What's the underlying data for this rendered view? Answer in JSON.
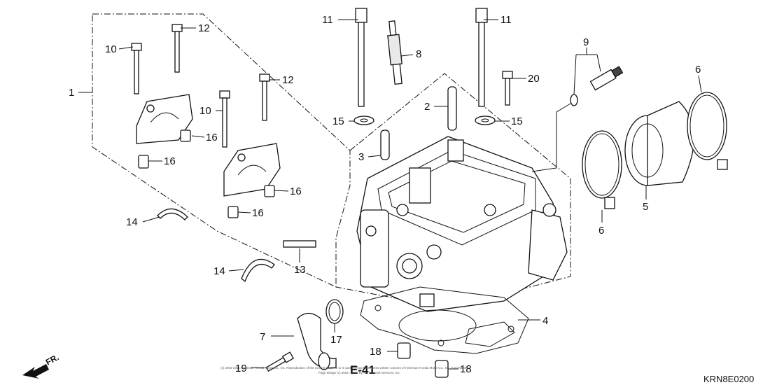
{
  "callouts": {
    "c1": "1",
    "c2": "2",
    "c3": "3",
    "c4": "4",
    "c5": "5",
    "c6a": "6",
    "c6b": "6",
    "c7": "7",
    "c8": "8",
    "c9": "9",
    "c10a": "10",
    "c10b": "10",
    "c11a": "11",
    "c11b": "11",
    "c12a": "12",
    "c12b": "12",
    "c13": "13",
    "c14a": "14",
    "c14b": "14",
    "c15a": "15",
    "c15b": "15",
    "c16a": "16",
    "c16b": "16",
    "c16c": "16",
    "c16d": "16",
    "c17": "17",
    "c18a": "18",
    "c18b": "18",
    "c19": "19",
    "c20": "20"
  },
  "direction_marker": "FR.",
  "section_ref": "E-41",
  "diagram_code": "KRN8E0200",
  "copyright_line1": "(c) 2003-2011 American Honda Motor Co., Inc. Reproduction of the content in whole or in part without the express written consent of American Honda Motor Co., Inc. is prohibited.",
  "copyright_line2": "Page design (c) 2003 - 2011 by ARI Network Services, Inc."
}
